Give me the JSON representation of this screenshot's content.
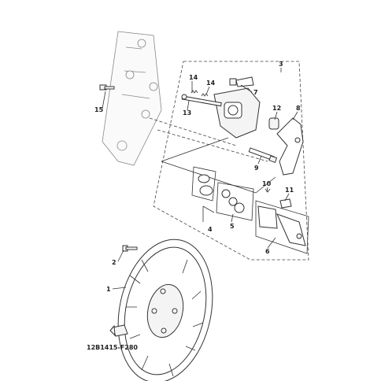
{
  "callouts": {
    "c1": "1",
    "c2": "2",
    "c3": "3",
    "c4": "4",
    "c5": "5",
    "c6": "6",
    "c7": "7",
    "c8": "8",
    "c9": "9",
    "c10": "10",
    "c11": "11",
    "c12": "12",
    "c13": "13",
    "c14a": "14",
    "c14b": "14",
    "c15": "15"
  },
  "footer": {
    "code": "12B1415-F280"
  },
  "icons": {
    "front_arrow": "front-direction-arrow-icon",
    "disc": "brake-disc-icon",
    "caliper": "brake-caliper-icon",
    "fork": "front-fork-icon"
  },
  "colors": {
    "line": "#333333",
    "paper": "#ffffff"
  }
}
